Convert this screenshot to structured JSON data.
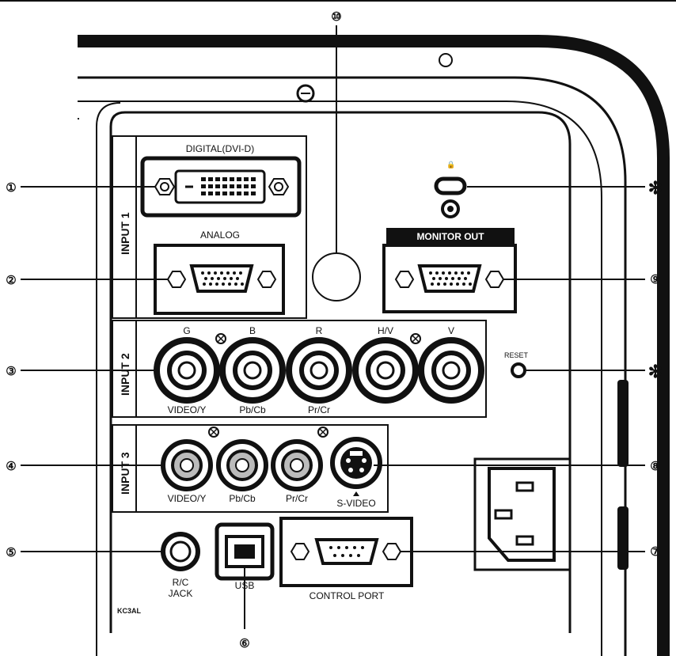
{
  "panel": {
    "model_code": "KC3AL",
    "input1": "INPUT 1",
    "input2": "INPUT 2",
    "input3": "INPUT 3",
    "digital_label": "DIGITAL(DVI-D)",
    "analog_label": "ANALOG",
    "monitor_out": "MONITOR OUT",
    "reset": "RESET",
    "bnc_labels": {
      "g": "G",
      "b": "B",
      "r": "R",
      "hv": "H/V",
      "v": "V"
    },
    "bnc_sub": {
      "video_y": "VIDEO/Y",
      "pb_cb": "Pb/Cb",
      "pr_cr": "Pr/Cr"
    },
    "rca_sub": {
      "video_y": "VIDEO/Y",
      "pb_cb": "Pb/Cb",
      "pr_cr": "Pr/Cr"
    },
    "svideo": "S-VIDEO",
    "rc_jack_1": "R/C",
    "rc_jack_2": "JACK",
    "usb": "USB",
    "control_port": "CONTROL PORT"
  },
  "callouts": {
    "c1": "①",
    "c2": "②",
    "c3": "③",
    "c4": "④",
    "c5": "⑤",
    "c6": "⑥",
    "c7": "⑦",
    "c8": "⑧",
    "c9": "⑨",
    "c10": "⑩",
    "star_lock": "✻",
    "star_reset": "✻"
  }
}
